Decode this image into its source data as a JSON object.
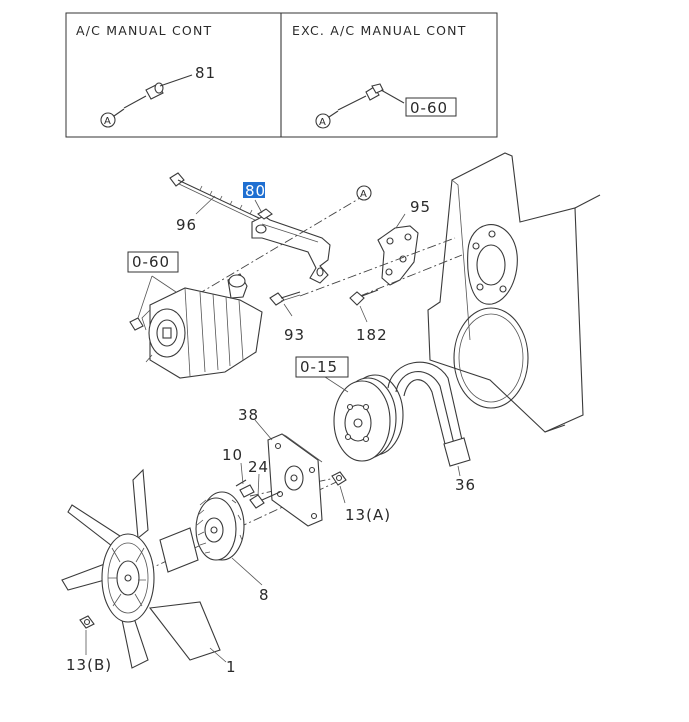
{
  "inset_left": {
    "header": "A/C MANUAL CONT",
    "part": "81",
    "ref": "A"
  },
  "inset_right": {
    "header": "EXC. A/C MANUAL CONT",
    "part": "0-60",
    "ref": "A"
  },
  "callouts": {
    "p80": "80",
    "p96": "96",
    "p95": "95",
    "p060": "0-60",
    "p93": "93",
    "p182": "182",
    "p015": "0-15",
    "p38": "38",
    "p10": "10",
    "p24": "24",
    "p13a": "13(A)",
    "p36": "36",
    "p8": "8",
    "p13b": "13(B)",
    "p1": "1",
    "refA": "A"
  },
  "colors": {
    "highlight": "#1f6fd1",
    "line": "#3a3a3a"
  }
}
